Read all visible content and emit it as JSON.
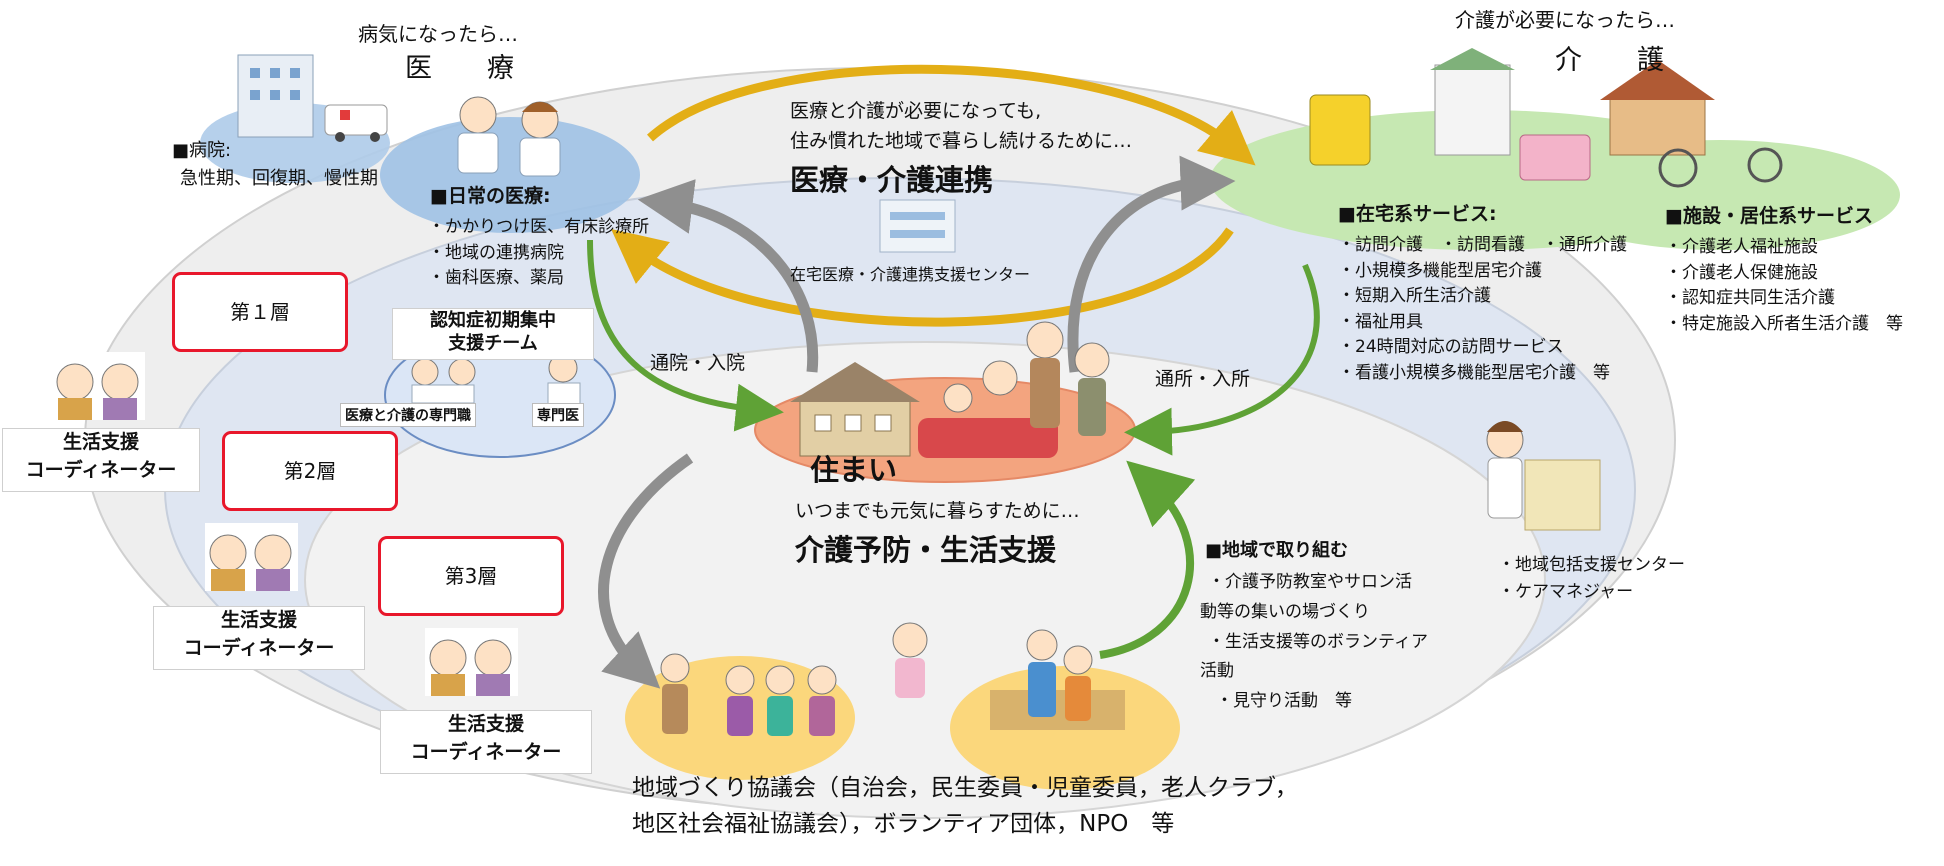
{
  "medical": {
    "prompt": "病気になったら…",
    "title": "医　療",
    "hospital": [
      "■病院:",
      "急性期、回復期、慢性期"
    ],
    "daily_title": "■日常の医療:",
    "daily_items": [
      "・かかりつけ医、有床診療所",
      "・地域の連携病院",
      "・歯科医療、薬局"
    ]
  },
  "care": {
    "prompt": "介護が必要になったら…",
    "title": "介　護",
    "home_title": "■在宅系サービス:",
    "home_items": [
      "・訪問介護　・訪問看護　・通所介護",
      "・小規模多機能型居宅介護",
      "・短期入所生活介護",
      "・福祉用具",
      "・24時間対応の訪問サービス",
      "・看護小規模多機能型居宅介護　等"
    ],
    "facility_title": "■施設・居住系サービス",
    "facility_items": [
      "・介護老人福祉施設",
      "・介護老人保健施設",
      "・認知症共同生活介護",
      "・特定施設入所者生活介護　等"
    ]
  },
  "cooperation": {
    "line1": "医療と介護が必要になっても,",
    "line2": "住み慣れた地域で暮らし続けるために…",
    "title": "医療・介護連携",
    "center": "在宅医療・介護連携支援センター"
  },
  "dementia_team": {
    "title_line1": "認知症初期集中",
    "title_line2": "支援チーム",
    "member1": "医療と介護の専門職",
    "member2": "専門医"
  },
  "home": {
    "label": "住まい",
    "left_arrow": "通院・入院",
    "right_arrow": "通所・入所"
  },
  "prevention": {
    "line1": "いつまでも元気に暮らすために…",
    "title": "介護予防・生活支援",
    "community_title": "■地域で取り組む",
    "community_lines": [
      "・介護予防教室やサロン活",
      "動等の集いの場づくり",
      "・生活支援等のボランティア",
      "活動",
      "・見守り活動　等"
    ]
  },
  "support_center": [
    "・地域包括支援センター",
    "・ケアマネジャー"
  ],
  "layers": [
    "第１層",
    "第2層",
    "第3層"
  ],
  "coordinator": {
    "line1": "生活支援",
    "line2": "コーディネーター"
  },
  "council": {
    "line1": "地域づくり協議会（自治会，民生委員・児童委員，老人クラブ，",
    "line2": "地区社会福祉協議会），ボランティア団体，NPO　等"
  },
  "colors": {
    "outer_ring": "#eeeeee",
    "mid_ring": "#dfe6f2",
    "inner_ring": "#f1f1f1",
    "medical_blob": "#9fc1e4",
    "care_blob": "#c6e8b2",
    "home_blob": "#f3a47f",
    "community_blob": "#fbd77c",
    "green_arrow": "#5fa236",
    "gold_arrow": "#d9a41d",
    "gray_arrow": "#8f8f8f",
    "layer_border": "#e8172b"
  }
}
